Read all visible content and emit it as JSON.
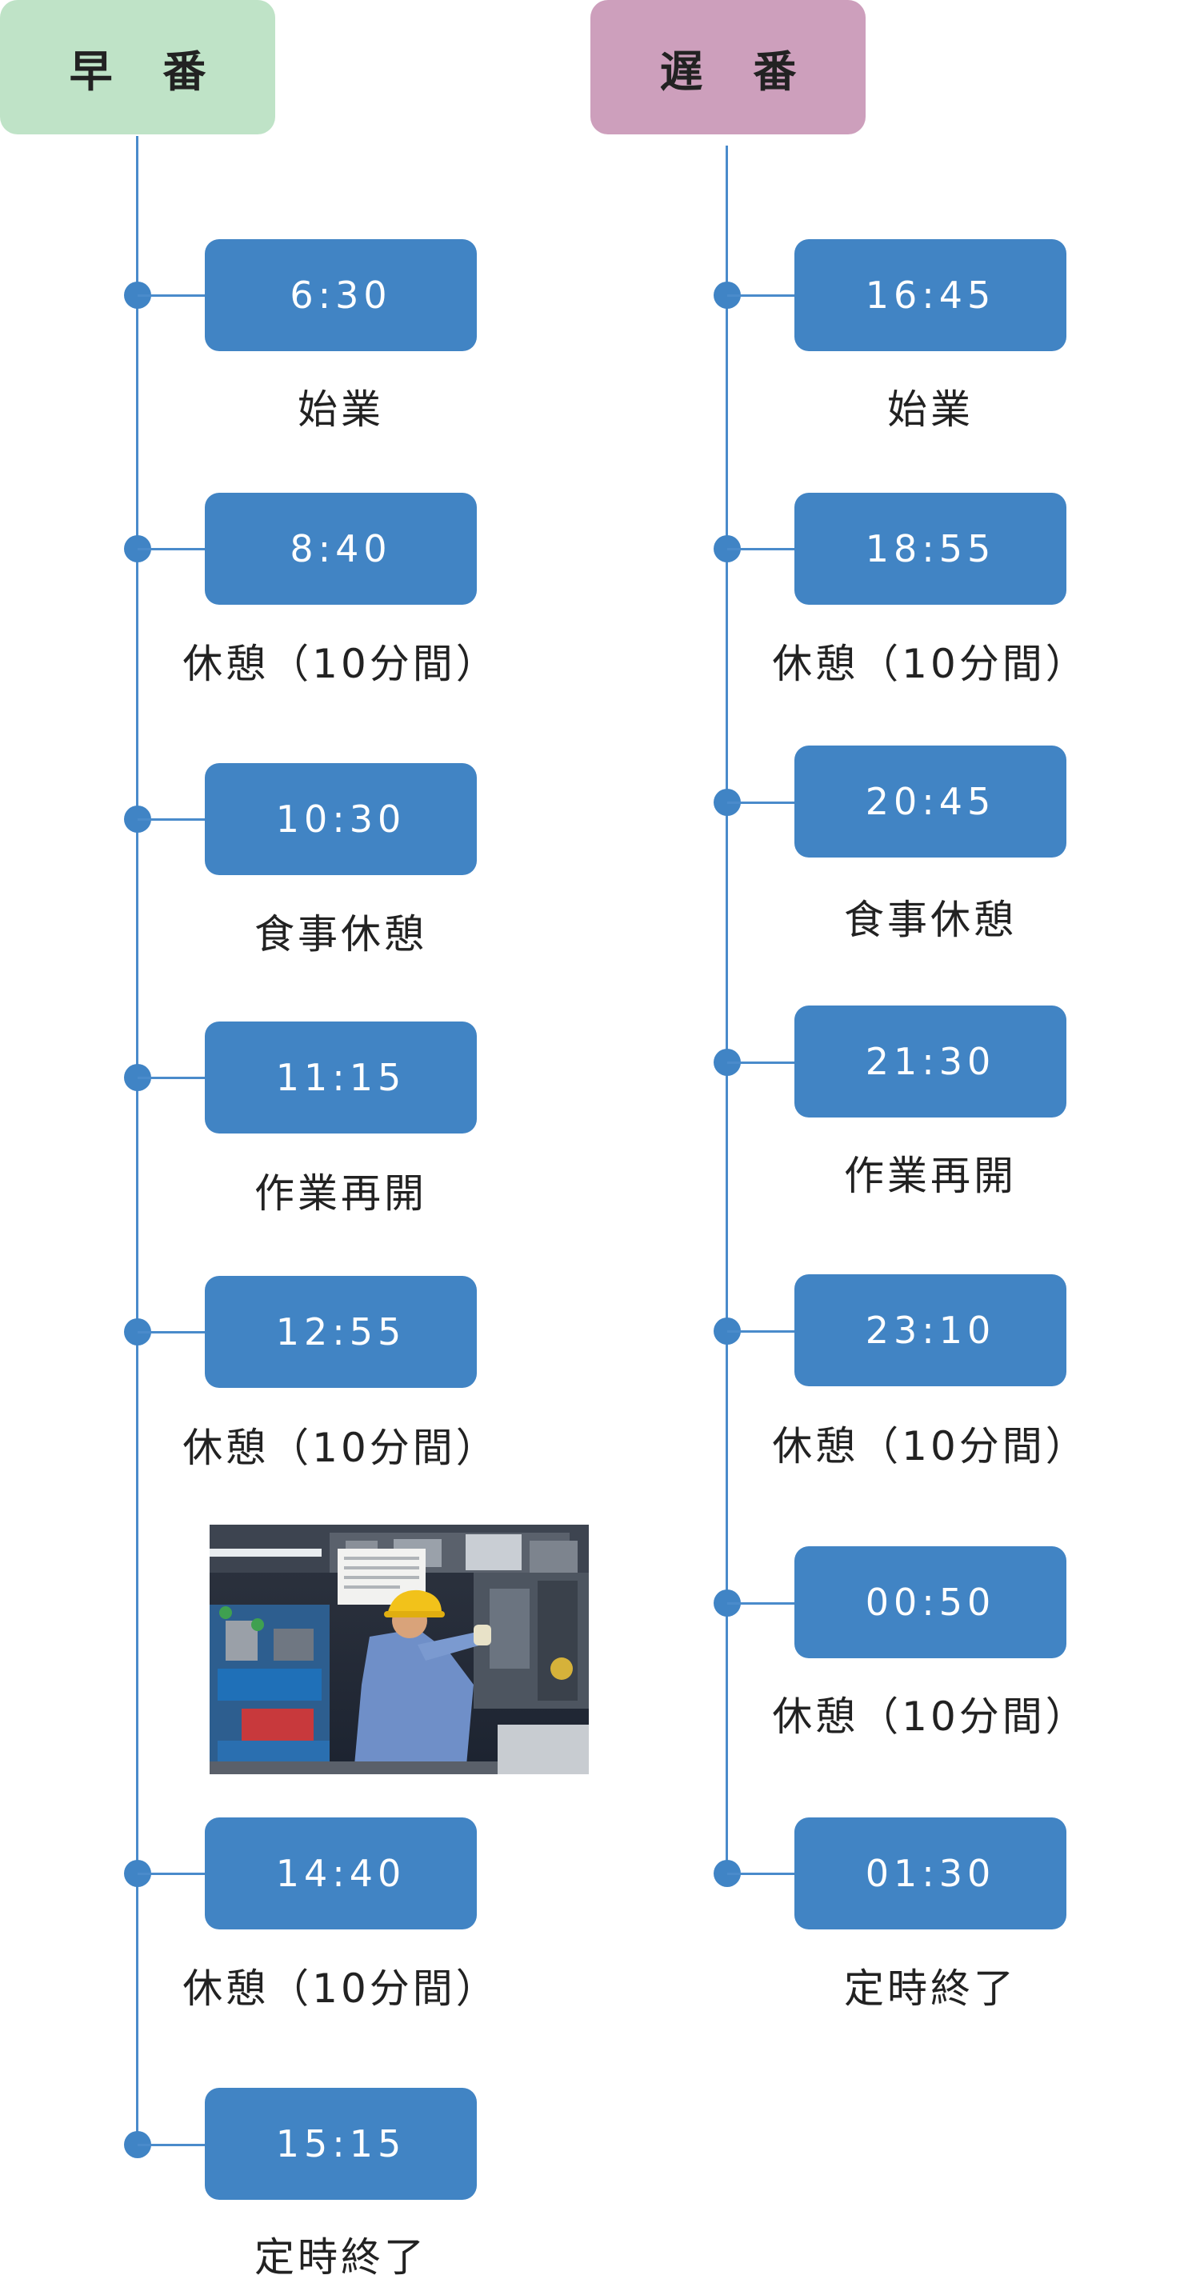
{
  "colors": {
    "early_header_bg": "#bfe3c7",
    "late_header_bg": "#cd9fbc",
    "accent_blue": "#4184c4"
  },
  "early_shift": {
    "title": "早 番",
    "entries": [
      {
        "time": "6:30",
        "label": "始業"
      },
      {
        "time": "8:40",
        "label": "休憩（10分間）"
      },
      {
        "time": "10:30",
        "label": "食事休憩"
      },
      {
        "time": "11:15",
        "label": "作業再開"
      },
      {
        "time": "12:55",
        "label": "休憩（10分間）"
      },
      {
        "time": "14:40",
        "label": "休憩（10分間）"
      },
      {
        "time": "15:15",
        "label": "定時終了"
      }
    ]
  },
  "late_shift": {
    "title": "遅 番",
    "entries": [
      {
        "time": "16:45",
        "label": "始業"
      },
      {
        "time": "18:55",
        "label": "休憩（10分間）"
      },
      {
        "time": "20:45",
        "label": "食事休憩"
      },
      {
        "time": "21:30",
        "label": "作業再開"
      },
      {
        "time": "23:10",
        "label": "休憩（10分間）"
      },
      {
        "time": "00:50",
        "label": "休憩（10分間）"
      },
      {
        "time": "01:30",
        "label": "定時終了"
      }
    ]
  },
  "photo": {
    "subject": "factory worker photo"
  }
}
